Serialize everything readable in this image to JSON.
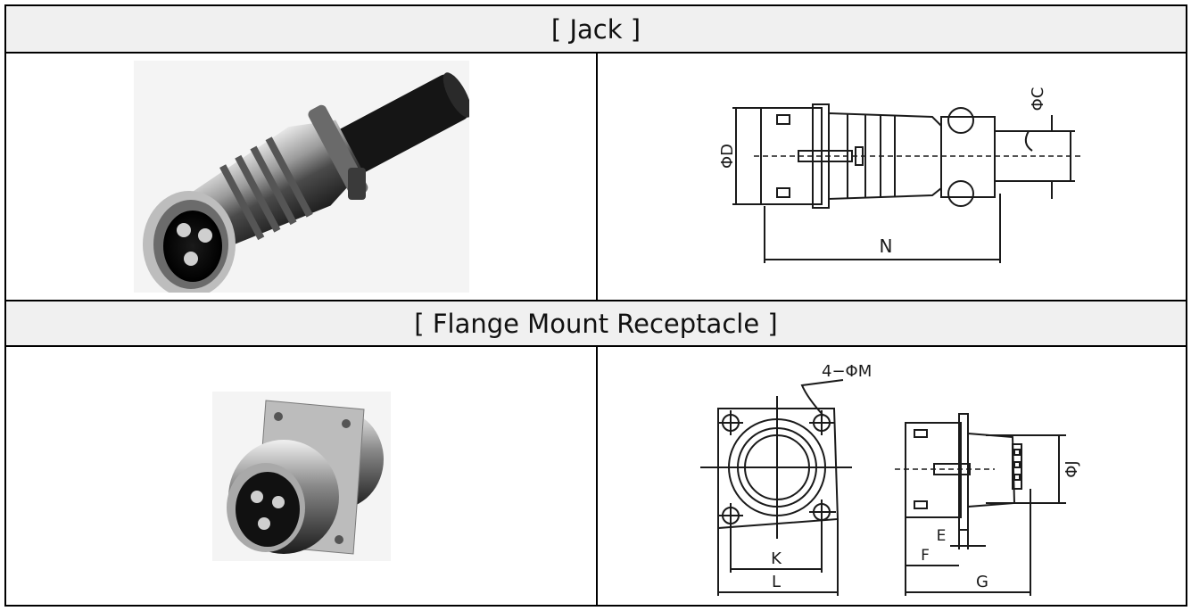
{
  "sections": [
    {
      "header": "[ Jack ]",
      "photo_name": "jack-connector-photo",
      "drawing_labels": {
        "body_diameter": "ΦD",
        "cable_diameter": "ΦC",
        "length": "N"
      }
    },
    {
      "header": "[ Flange Mount Receptacle ]",
      "photo_name": "flange-mount-receptacle-photo",
      "drawing_labels": {
        "holes": "4−ΦM",
        "hole_pitch": "K",
        "flange_width": "L",
        "mount_diameter": "ΦJ",
        "flange_thickness": "E",
        "front_length": "F",
        "total_length": "G"
      }
    }
  ],
  "colors": {
    "header_bg": "#f0f0f0",
    "border": "#000000",
    "line": "#1a1a1a"
  }
}
